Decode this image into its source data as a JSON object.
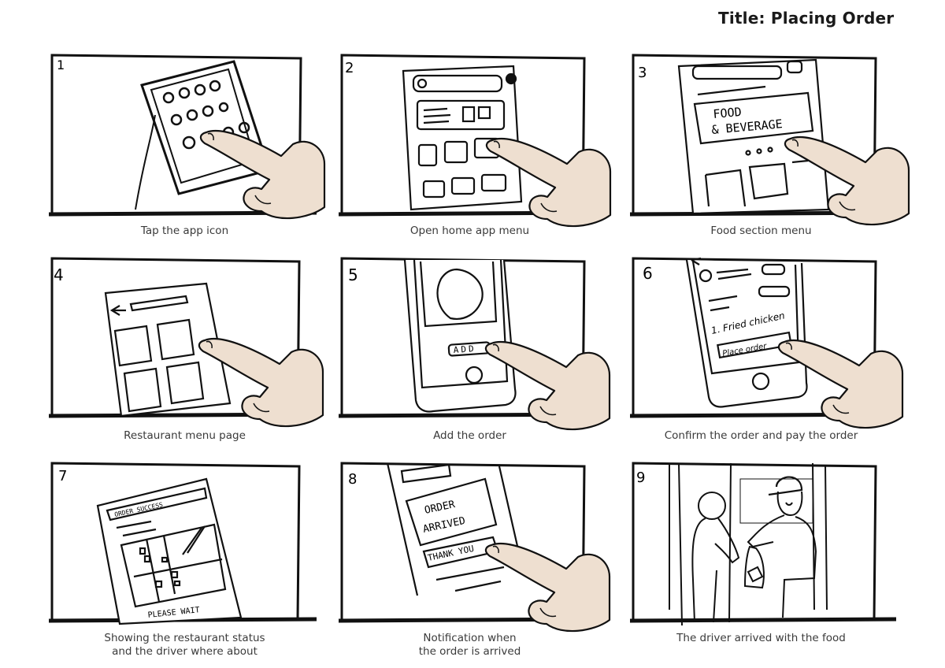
{
  "title": "Title: Placing Order",
  "colors": {
    "ink": "#111111",
    "skin": "#eedfd0",
    "caption": "#3a3a3a",
    "background": "#ffffff"
  },
  "panels": [
    {
      "number": "1",
      "caption": "Tap the app icon",
      "sketch_text": []
    },
    {
      "number": "2",
      "caption": "Open home app menu",
      "sketch_text": []
    },
    {
      "number": "3",
      "caption": "Food section menu",
      "sketch_text": [
        "FOOD",
        "& BEVERAGE"
      ]
    },
    {
      "number": "4",
      "caption": "Restaurant menu page",
      "sketch_text": []
    },
    {
      "number": "5",
      "caption": "Add the order",
      "sketch_text": [
        "ADD"
      ]
    },
    {
      "number": "6",
      "caption": "Confirm the order and pay the order",
      "sketch_text": [
        "1. Fried chicken",
        "Place order"
      ]
    },
    {
      "number": "7",
      "caption_lines": [
        "Showing the restaurant status",
        "and the driver where about"
      ],
      "sketch_text": [
        "ORDER SUCCESS",
        "PLEASE WAIT"
      ]
    },
    {
      "number": "8",
      "caption_lines": [
        "Notification when",
        "the order is arrived"
      ],
      "sketch_text": [
        "ORDER",
        "ARRIVED",
        "THANK YOU"
      ]
    },
    {
      "number": "9",
      "caption": "The driver arrived with the food",
      "sketch_text": []
    }
  ]
}
